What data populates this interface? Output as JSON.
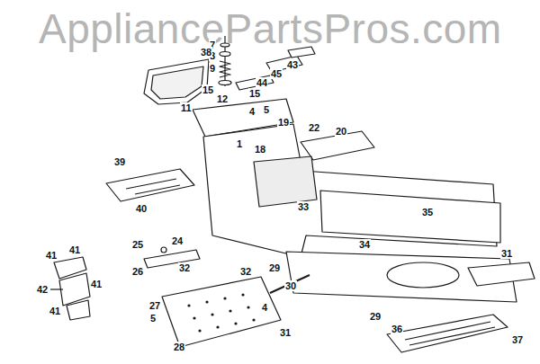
{
  "diagram": {
    "labels": [
      "AppliancePartsPros.com",
      "7",
      "8",
      "9",
      "15",
      "12",
      "15",
      "44",
      "45",
      "43",
      "11",
      "4",
      "5",
      "1",
      "18",
      "19",
      "22",
      "20",
      "38",
      "41",
      "41",
      "42",
      "41",
      "41",
      "39",
      "40",
      "33",
      "35",
      "34",
      "31",
      "25",
      "24",
      "32",
      "26",
      "29",
      "30",
      "29",
      "36",
      "32",
      "4",
      "27",
      "5",
      "28",
      "31",
      "37"
    ]
  }
}
